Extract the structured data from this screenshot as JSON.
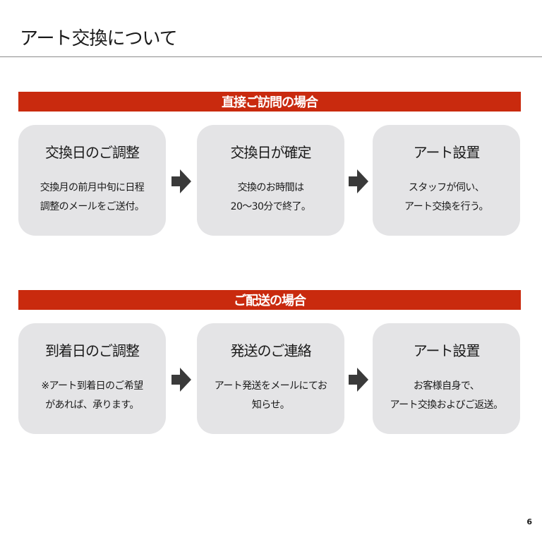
{
  "title": "アート交換について",
  "page_number": "6",
  "sections": [
    {
      "heading": "直接ご訪問の場合",
      "cards": [
        {
          "title": "交換日のご調整",
          "lines": [
            "交換月の前月中旬に日程",
            "調整のメールをご送付。"
          ]
        },
        {
          "title": "交換日が確定",
          "lines": [
            "交換のお時間は",
            "20～30分で終了。"
          ]
        },
        {
          "title": "アート設置",
          "lines": [
            "スタッフが伺い、",
            "アート交換を行う。"
          ]
        }
      ]
    },
    {
      "heading": "ご配送の場合",
      "cards": [
        {
          "title": "到着日のご調整",
          "lines": [
            "※アート到着日のご希望",
            "があれば、承ります。"
          ]
        },
        {
          "title": "発送のご連絡",
          "lines": [
            "アート発送をメールにてお",
            "知らせ。"
          ]
        },
        {
          "title": "アート設置",
          "lines": [
            "お客様自身で、",
            "アート交換およびご返送。"
          ]
        }
      ]
    }
  ],
  "colors": {
    "banner": "#c92a0e",
    "card": "#e4e4e6",
    "arrow": "#3a3a3a"
  },
  "icons": {
    "step_arrow": "arrow-right-icon"
  }
}
